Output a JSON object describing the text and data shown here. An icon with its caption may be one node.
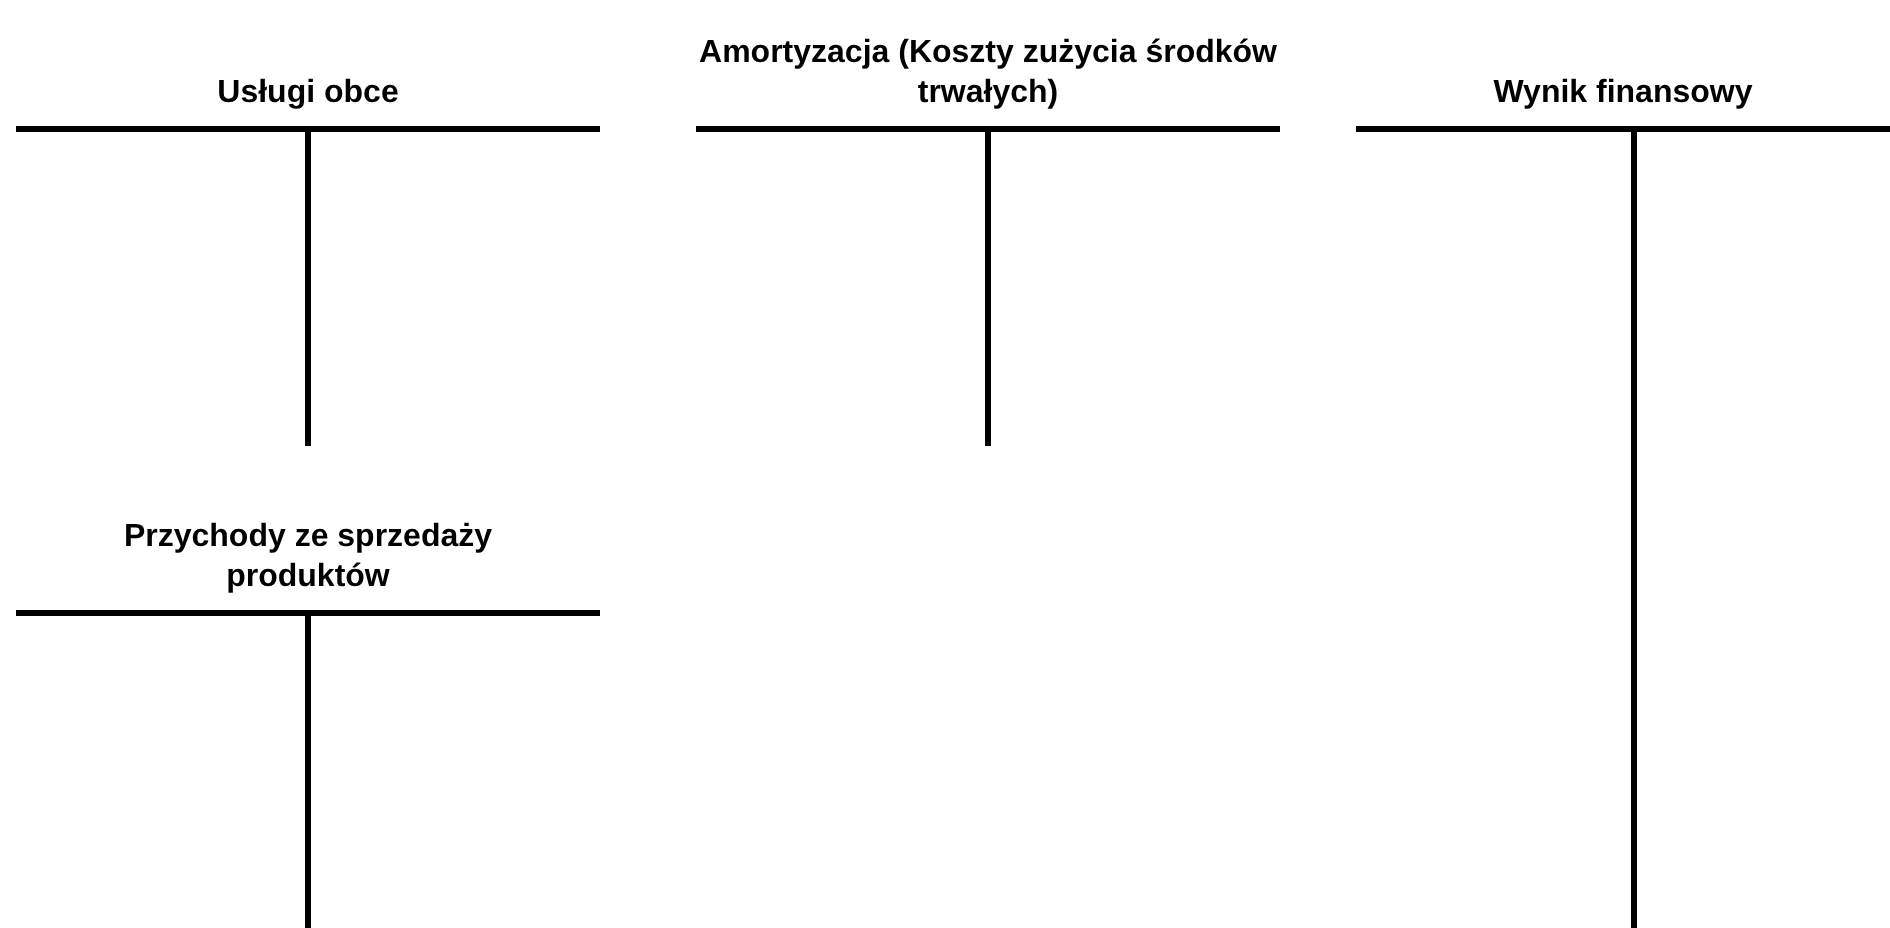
{
  "diagram": {
    "nodes": [
      {
        "text": [
          "Usługi obce"
        ]
      },
      {
        "text": [
          "Amortyzacja (Koszty zużycia środków trwałych)"
        ]
      },
      {
        "text": [
          "Wynik finansowy"
        ]
      },
      {
        "text": [
          "Przychody ze sprzedaży produktów"
        ]
      }
    ]
  }
}
